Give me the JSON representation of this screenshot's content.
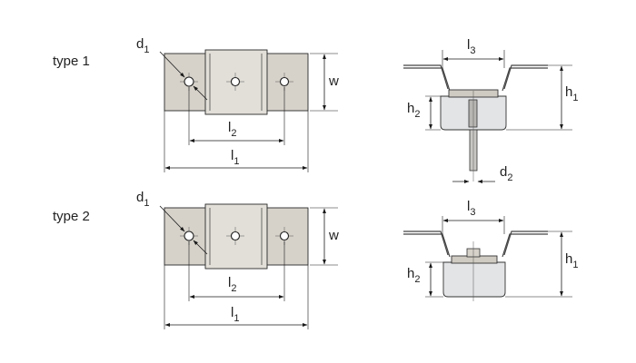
{
  "labels": {
    "type1": "type 1",
    "type2": "type 2",
    "d1": "d",
    "d1_sub": "1",
    "w": "w",
    "l1": "l",
    "l1_sub": "1",
    "l2": "l",
    "l2_sub": "2",
    "l3": "l",
    "l3_sub": "3",
    "h1": "h",
    "h1_sub": "1",
    "h2": "h",
    "h2_sub": "2",
    "d2": "d",
    "d2_sub": "2"
  },
  "colors": {
    "plate": "#d6d2ca",
    "body": "#e3e4e6",
    "line": "#1a1a1a"
  }
}
